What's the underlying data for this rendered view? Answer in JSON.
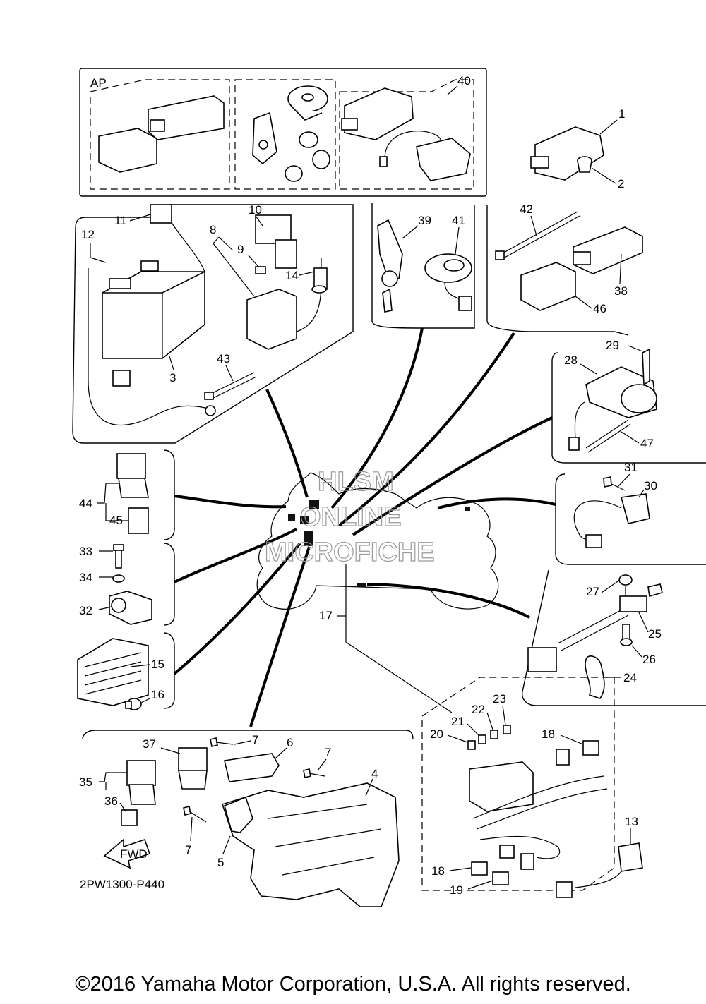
{
  "diagram": {
    "ap_label": "AP",
    "drawing_code": "2PW1300-P440",
    "fwd_label": "FWD",
    "copyright": "©2016 Yamaha Motor Corporation, U.S.A. All rights reserved.",
    "watermark": [
      "HLSM",
      "ONLINE",
      "MICROFICHE"
    ],
    "part_numbers": [
      "1",
      "2",
      "3",
      "4",
      "5",
      "6",
      "7",
      "8",
      "9",
      "10",
      "11",
      "12",
      "13",
      "14",
      "15",
      "16",
      "17",
      "18",
      "19",
      "20",
      "21",
      "22",
      "23",
      "24",
      "25",
      "26",
      "27",
      "28",
      "29",
      "30",
      "31",
      "32",
      "33",
      "34",
      "35",
      "36",
      "37",
      "38",
      "39",
      "40",
      "41",
      "42",
      "43",
      "44",
      "45",
      "46",
      "47"
    ]
  }
}
